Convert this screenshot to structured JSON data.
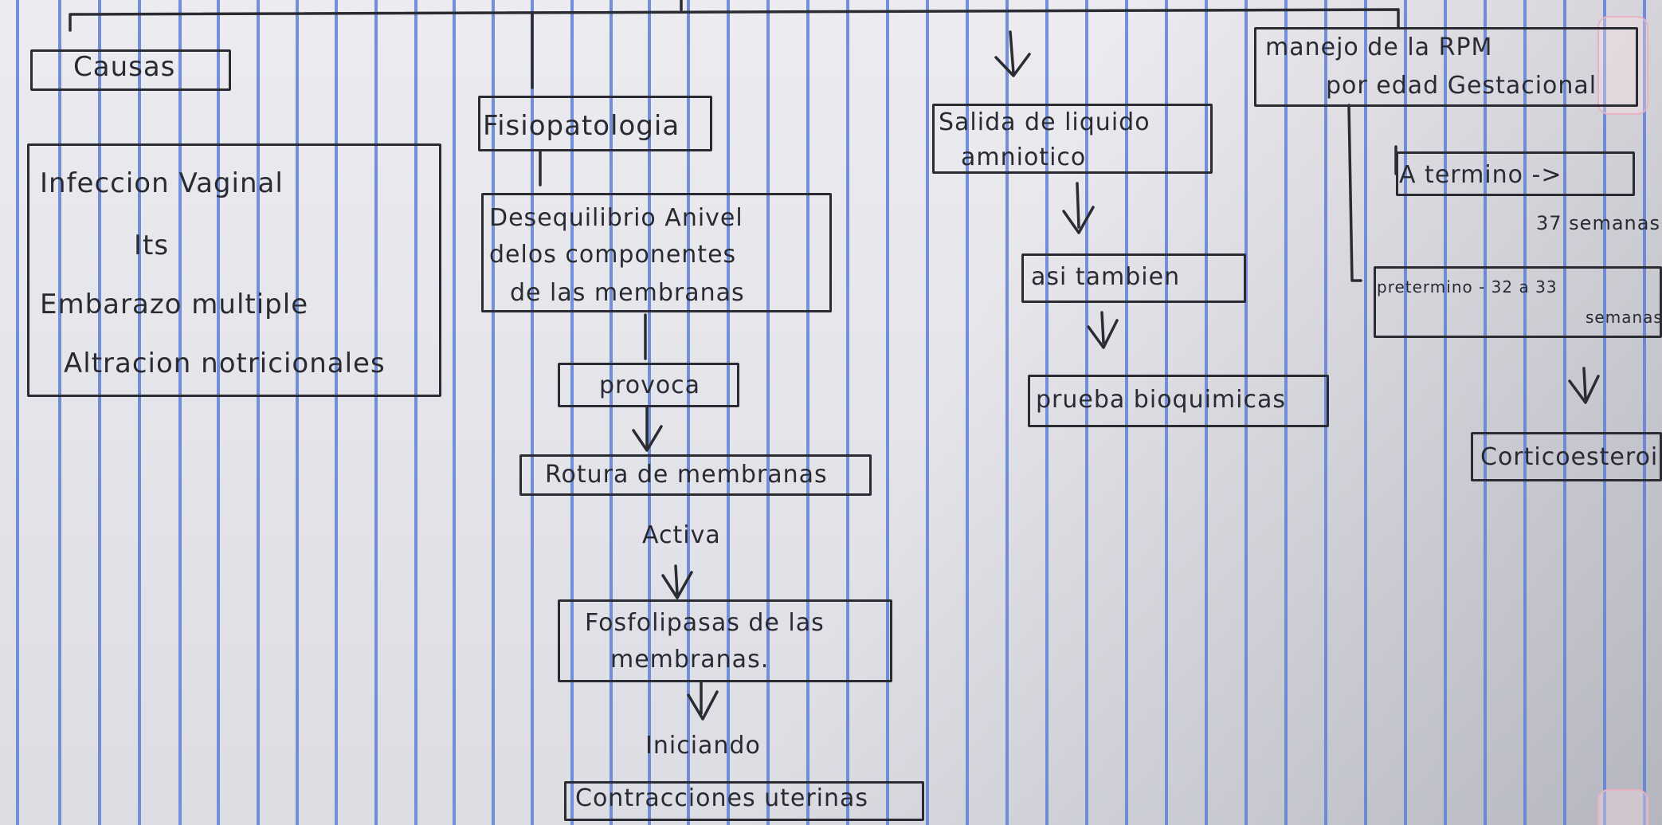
{
  "diagram": {
    "causes": {
      "title": "Causas",
      "items": [
        "Infeccion Vaginal",
        "Its",
        "Embarazo multiple",
        "Altracion notricionales"
      ]
    },
    "fisiopatologia": {
      "title": "Fisiopatologia",
      "description": [
        "Desequilibrio Anivel",
        "delos componentes",
        "de las membranas"
      ],
      "provoca": "provoca",
      "rotura": "Rotura de membranas",
      "activa": "Activa",
      "fosfolipasas": [
        "Fosfolipasas de las",
        "membranas."
      ],
      "iniciando": "Iniciando",
      "contracciones": "Contracciones uterinas"
    },
    "salida": {
      "title": [
        "Salida de liquido",
        "amniotico"
      ],
      "asi_tambien": "asi tambien",
      "prueba": "prueba bioquimicas"
    },
    "manejo": {
      "title": [
        "manejo de la RPM",
        "por edad Gestacional"
      ],
      "a_termino": "A termino ->",
      "a_termino_weeks": "37 semanas",
      "pretermino": "pretermino - 32 a 33",
      "pretermino_weeks": "semanas",
      "corticoesteroides": "Corticoesteroides"
    }
  }
}
